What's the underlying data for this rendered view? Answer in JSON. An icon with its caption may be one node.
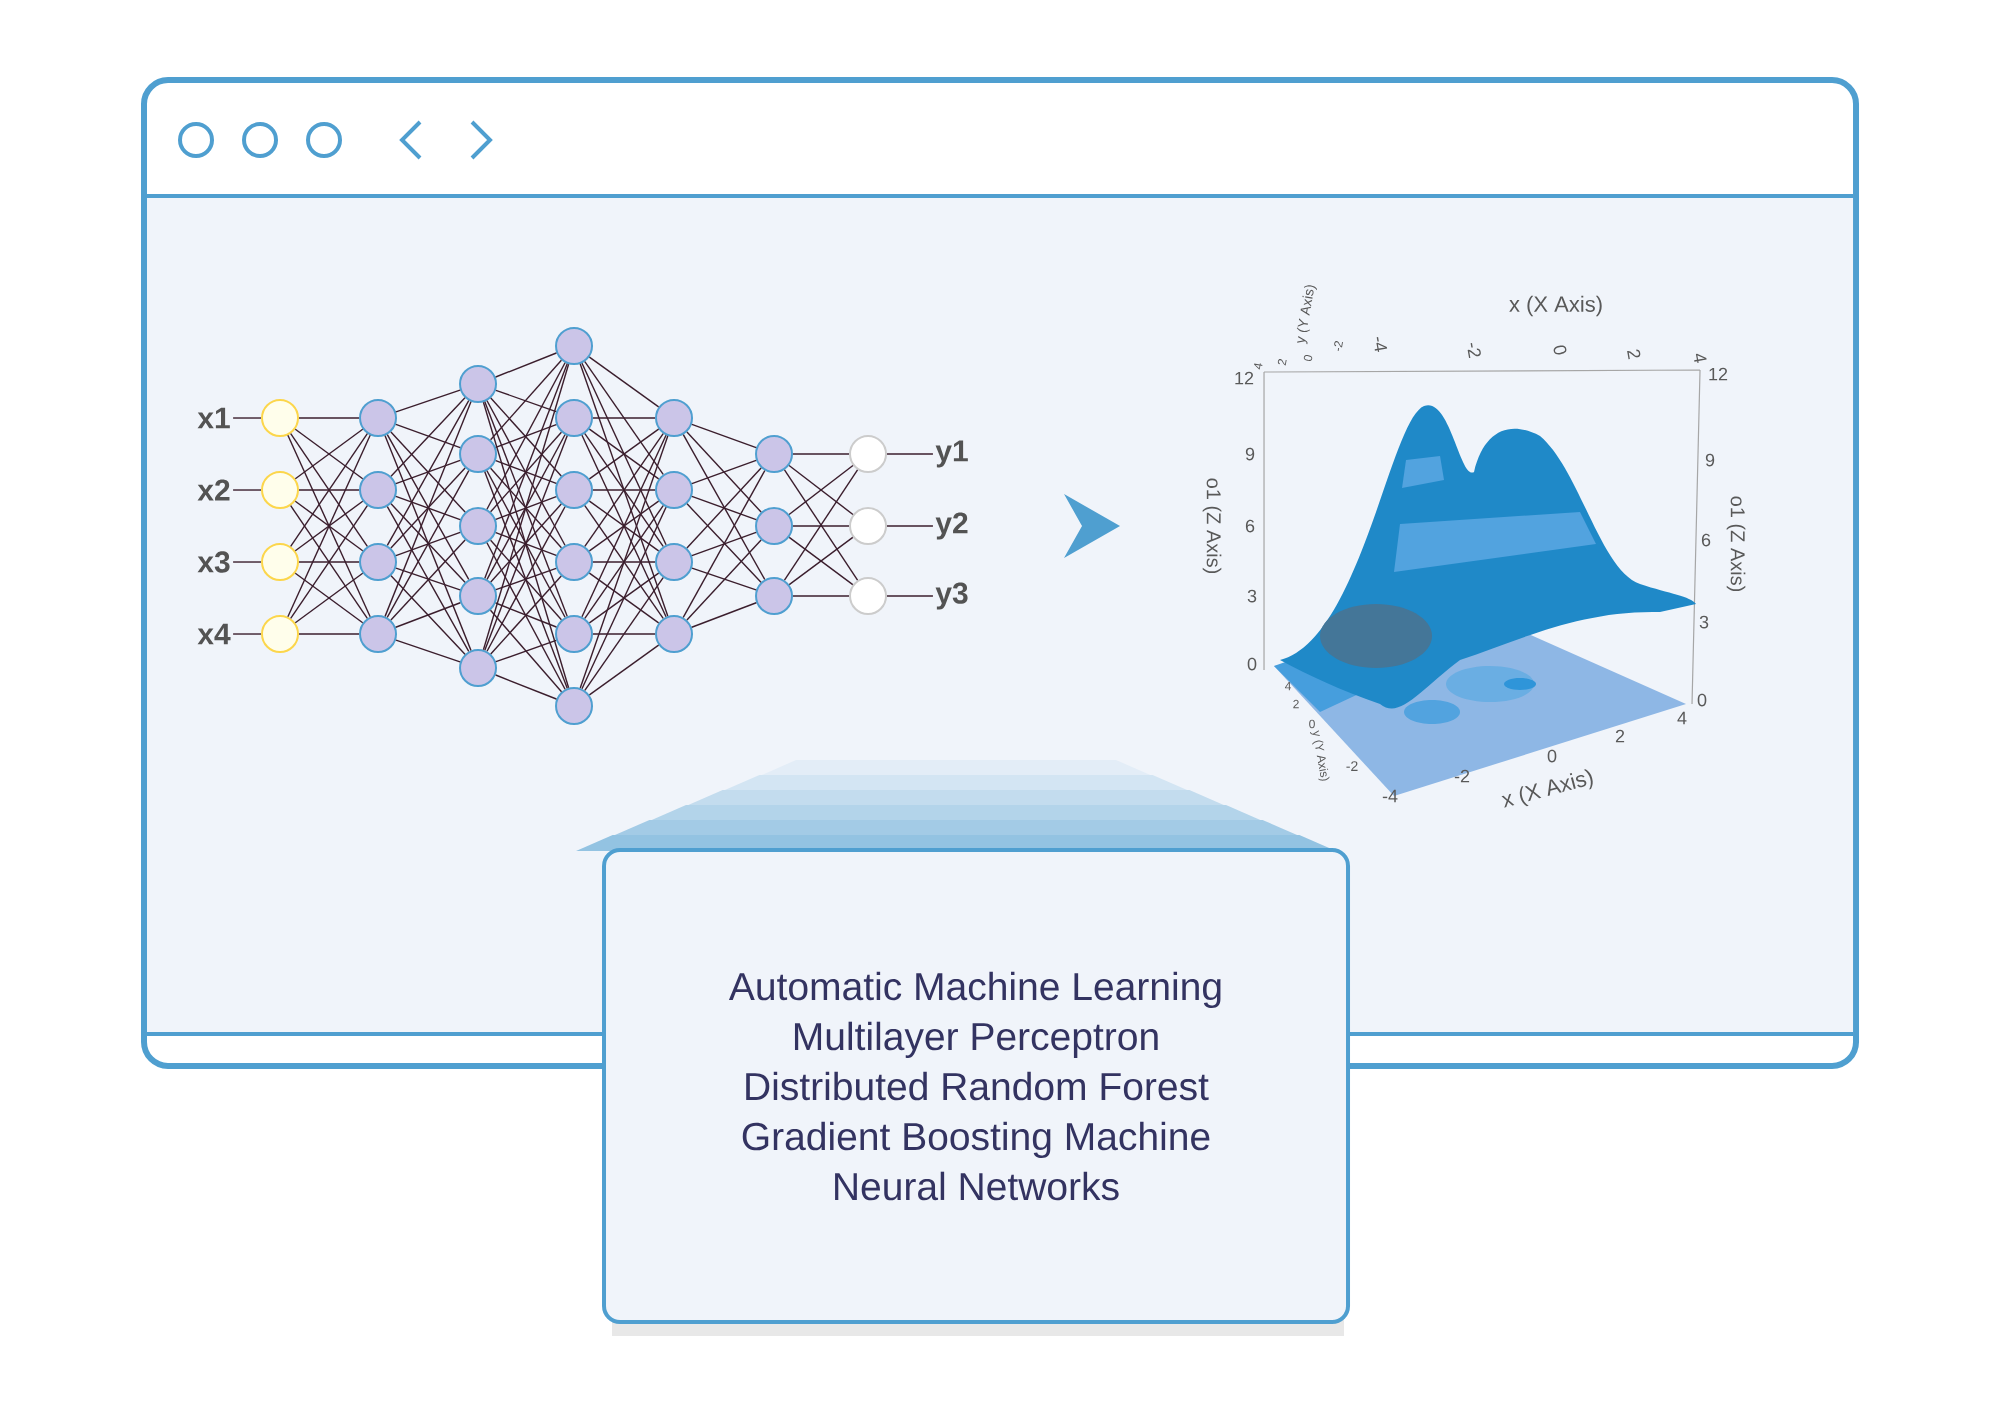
{
  "diagram": {
    "nodes": [
      {
        "text": [
          "x1"
        ]
      },
      {
        "text": [
          "x2"
        ]
      },
      {
        "text": [
          "x3"
        ]
      },
      {
        "text": [
          "x4"
        ]
      },
      {
        "text": [],
        "shape": "circle"
      },
      {
        "text": [],
        "shape": "circle"
      },
      {
        "text": [],
        "shape": "circle"
      },
      {
        "text": [],
        "shape": "circle"
      },
      {
        "text": [],
        "shape": "circle"
      },
      {
        "text": [],
        "shape": "circle"
      },
      {
        "text": [],
        "shape": "circle"
      },
      {
        "text": [],
        "shape": "circle"
      },
      {
        "text": [],
        "shape": "circle"
      },
      {
        "text": [],
        "shape": "circle"
      },
      {
        "text": [],
        "shape": "circle"
      },
      {
        "text": [],
        "shape": "circle"
      },
      {
        "text": [],
        "shape": "circle"
      },
      {
        "text": [],
        "shape": "circle"
      },
      {
        "text": [],
        "shape": "circle"
      },
      {
        "text": [],
        "shape": "circle"
      },
      {
        "text": [],
        "shape": "circle"
      },
      {
        "text": [],
        "shape": "circle"
      },
      {
        "text": [],
        "shape": "circle"
      },
      {
        "text": [],
        "shape": "circle"
      },
      {
        "text": [],
        "shape": "circle"
      },
      {
        "text": [],
        "shape": "circle"
      },
      {
        "text": [],
        "shape": "circle"
      },
      {
        "text": [],
        "shape": "circle"
      },
      {
        "text": [],
        "shape": "circle"
      },
      {
        "text": [],
        "shape": "circle"
      },
      {
        "text": [],
        "shape": "circle"
      },
      {
        "text": [],
        "shape": "circle"
      },
      {
        "text": [],
        "shape": "circle"
      },
      {
        "text": [
          "y1"
        ]
      },
      {
        "text": [
          "y2"
        ]
      },
      {
        "text": [
          "y3"
        ]
      },
      {
        "text": [],
        "shape": "picture"
      },
      {
        "text": [
          "Automatic Machine Learning",
          "Multilayer Perceptron",
          "Distributed Random Forest",
          "Gradient Boosting Machine",
          "Neural Networks"
        ]
      }
    ],
    "edges": [
      {
        "from": 0,
        "to": 4,
        "arrow": "none"
      },
      {
        "from": 1,
        "to": 5,
        "arrow": "none"
      },
      {
        "from": 2,
        "to": 6,
        "arrow": "none"
      },
      {
        "from": 3,
        "to": 7,
        "arrow": "none"
      },
      {
        "from": 4,
        "to": 8,
        "arrow": "none"
      },
      {
        "from": 4,
        "to": 9,
        "arrow": "none"
      },
      {
        "from": 4,
        "to": 10,
        "arrow": "none"
      },
      {
        "from": 4,
        "to": 11,
        "arrow": "none"
      },
      {
        "from": 5,
        "to": 8,
        "arrow": "none"
      },
      {
        "from": 5,
        "to": 9,
        "arrow": "none"
      },
      {
        "from": 5,
        "to": 10,
        "arrow": "none"
      },
      {
        "from": 5,
        "to": 11,
        "arrow": "none"
      },
      {
        "from": 6,
        "to": 8,
        "arrow": "none"
      },
      {
        "from": 6,
        "to": 9,
        "arrow": "none"
      },
      {
        "from": 6,
        "to": 10,
        "arrow": "none"
      },
      {
        "from": 6,
        "to": 11,
        "arrow": "none"
      },
      {
        "from": 7,
        "to": 8,
        "arrow": "none"
      },
      {
        "from": 7,
        "to": 9,
        "arrow": "none"
      },
      {
        "from": 7,
        "to": 10,
        "arrow": "none"
      },
      {
        "from": 7,
        "to": 11,
        "arrow": "none"
      },
      {
        "from": 8,
        "to": 12,
        "arrow": "none"
      },
      {
        "from": 8,
        "to": 13,
        "arrow": "none"
      },
      {
        "from": 8,
        "to": 14,
        "arrow": "none"
      },
      {
        "from": 8,
        "to": 15,
        "arrow": "none"
      },
      {
        "from": 8,
        "to": 16,
        "arrow": "none"
      },
      {
        "from": 9,
        "to": 12,
        "arrow": "none"
      },
      {
        "from": 9,
        "to": 13,
        "arrow": "none"
      },
      {
        "from": 9,
        "to": 14,
        "arrow": "none"
      },
      {
        "from": 9,
        "to": 15,
        "arrow": "none"
      },
      {
        "from": 9,
        "to": 16,
        "arrow": "none"
      },
      {
        "from": 10,
        "to": 12,
        "arrow": "none"
      },
      {
        "from": 10,
        "to": 13,
        "arrow": "none"
      },
      {
        "from": 10,
        "to": 14,
        "arrow": "none"
      },
      {
        "from": 10,
        "to": 15,
        "arrow": "none"
      },
      {
        "from": 10,
        "to": 16,
        "arrow": "none"
      },
      {
        "from": 11,
        "to": 12,
        "arrow": "none"
      },
      {
        "from": 11,
        "to": 13,
        "arrow": "none"
      },
      {
        "from": 11,
        "to": 14,
        "arrow": "none"
      },
      {
        "from": 11,
        "to": 15,
        "arrow": "none"
      },
      {
        "from": 11,
        "to": 16,
        "arrow": "none"
      },
      {
        "from": 12,
        "to": 17,
        "arrow": "none"
      },
      {
        "from": 12,
        "to": 18,
        "arrow": "none"
      },
      {
        "from": 12,
        "to": 19,
        "arrow": "none"
      },
      {
        "from": 12,
        "to": 20,
        "arrow": "none"
      },
      {
        "from": 12,
        "to": 21,
        "arrow": "none"
      },
      {
        "from": 12,
        "to": 22,
        "arrow": "none"
      },
      {
        "from": 13,
        "to": 17,
        "arrow": "none"
      },
      {
        "from": 13,
        "to": 18,
        "arrow": "none"
      },
      {
        "from": 13,
        "to": 19,
        "arrow": "none"
      },
      {
        "from": 13,
        "to": 20,
        "arrow": "none"
      },
      {
        "from": 13,
        "to": 21,
        "arrow": "none"
      },
      {
        "from": 13,
        "to": 22,
        "arrow": "none"
      },
      {
        "from": 14,
        "to": 17,
        "arrow": "none"
      },
      {
        "from": 14,
        "to": 18,
        "arrow": "none"
      },
      {
        "from": 14,
        "to": 19,
        "arrow": "none"
      },
      {
        "from": 14,
        "to": 20,
        "arrow": "none"
      },
      {
        "from": 14,
        "to": 21,
        "arrow": "none"
      },
      {
        "from": 14,
        "to": 22,
        "arrow": "none"
      },
      {
        "from": 15,
        "to": 17,
        "arrow": "none"
      },
      {
        "from": 15,
        "to": 18,
        "arrow": "none"
      },
      {
        "from": 15,
        "to": 19,
        "arrow": "none"
      },
      {
        "from": 15,
        "to": 20,
        "arrow": "none"
      },
      {
        "from": 15,
        "to": 21,
        "arrow": "none"
      },
      {
        "from": 15,
        "to": 22,
        "arrow": "none"
      },
      {
        "from": 16,
        "to": 17,
        "arrow": "none"
      },
      {
        "from": 16,
        "to": 18,
        "arrow": "none"
      },
      {
        "from": 16,
        "to": 19,
        "arrow": "none"
      },
      {
        "from": 16,
        "to": 20,
        "arrow": "none"
      },
      {
        "from": 16,
        "to": 21,
        "arrow": "none"
      },
      {
        "from": 16,
        "to": 22,
        "arrow": "none"
      },
      {
        "from": 17,
        "to": 23,
        "arrow": "none"
      },
      {
        "from": 17,
        "to": 24,
        "arrow": "none"
      },
      {
        "from": 17,
        "to": 25,
        "arrow": "none"
      },
      {
        "from": 17,
        "to": 26,
        "arrow": "none"
      },
      {
        "from": 18,
        "to": 23,
        "arrow": "none"
      },
      {
        "from": 18,
        "to": 24,
        "arrow": "none"
      },
      {
        "from": 18,
        "to": 25,
        "arrow": "none"
      },
      {
        "from": 18,
        "to": 26,
        "arrow": "none"
      },
      {
        "from": 19,
        "to": 23,
        "arrow": "none"
      },
      {
        "from": 19,
        "to": 24,
        "arrow": "none"
      },
      {
        "from": 19,
        "to": 25,
        "arrow": "none"
      },
      {
        "from": 19,
        "to": 26,
        "arrow": "none"
      },
      {
        "from": 20,
        "to": 23,
        "arrow": "none"
      },
      {
        "from": 20,
        "to": 24,
        "arrow": "none"
      },
      {
        "from": 20,
        "to": 25,
        "arrow": "none"
      },
      {
        "from": 20,
        "to": 26,
        "arrow": "none"
      },
      {
        "from": 21,
        "to": 23,
        "arrow": "none"
      },
      {
        "from": 21,
        "to": 24,
        "arrow": "none"
      },
      {
        "from": 21,
        "to": 25,
        "arrow": "none"
      },
      {
        "from": 21,
        "to": 26,
        "arrow": "none"
      },
      {
        "from": 22,
        "to": 23,
        "arrow": "none"
      },
      {
        "from": 22,
        "to": 24,
        "arrow": "none"
      },
      {
        "from": 22,
        "to": 25,
        "arrow": "none"
      },
      {
        "from": 22,
        "to": 26,
        "arrow": "none"
      },
      {
        "from": 23,
        "to": 27,
        "arrow": "none"
      },
      {
        "from": 23,
        "to": 28,
        "arrow": "none"
      },
      {
        "from": 23,
        "to": 29,
        "arrow": "none"
      },
      {
        "from": 24,
        "to": 27,
        "arrow": "none"
      },
      {
        "from": 24,
        "to": 28,
        "arrow": "none"
      },
      {
        "from": 24,
        "to": 29,
        "arrow": "none"
      },
      {
        "from": 25,
        "to": 27,
        "arrow": "none"
      },
      {
        "from": 25,
        "to": 28,
        "arrow": "none"
      },
      {
        "from": 25,
        "to": 29,
        "arrow": "none"
      },
      {
        "from": 26,
        "to": 27,
        "arrow": "none"
      },
      {
        "from": 26,
        "to": 28,
        "arrow": "none"
      },
      {
        "from": 26,
        "to": 29,
        "arrow": "none"
      },
      {
        "from": 27,
        "to": 30,
        "arrow": "none"
      },
      {
        "from": 27,
        "to": 31,
        "arrow": "none"
      },
      {
        "from": 27,
        "to": 32,
        "arrow": "none"
      },
      {
        "from": 28,
        "to": 30,
        "arrow": "none"
      },
      {
        "from": 28,
        "to": 31,
        "arrow": "none"
      },
      {
        "from": 28,
        "to": 32,
        "arrow": "none"
      },
      {
        "from": 29,
        "to": 30,
        "arrow": "none"
      },
      {
        "from": 29,
        "to": 31,
        "arrow": "none"
      },
      {
        "from": 29,
        "to": 32,
        "arrow": "none"
      },
      {
        "from": 30,
        "to": 33,
        "arrow": "none"
      },
      {
        "from": 31,
        "to": 34,
        "arrow": "none"
      },
      {
        "from": 32,
        "to": 35,
        "arrow": "none"
      }
    ],
    "labels": [
      "y (Y Axis)",
      "x (X Axis)",
      "4",
      "2",
      "0",
      "-2",
      "-4",
      "-2",
      "0",
      "2",
      "4",
      "12",
      "9",
      "6",
      "3",
      "0",
      "o1 (Z Axis)",
      "o1 (Z Axis)",
      "12",
      "9",
      "6",
      "3",
      "0",
      "4",
      "2",
      "0",
      "y (Y Axis)",
      "-2",
      "-4",
      "-2",
      "0",
      "2",
      "4",
      "x (X Axis)"
    ]
  }
}
